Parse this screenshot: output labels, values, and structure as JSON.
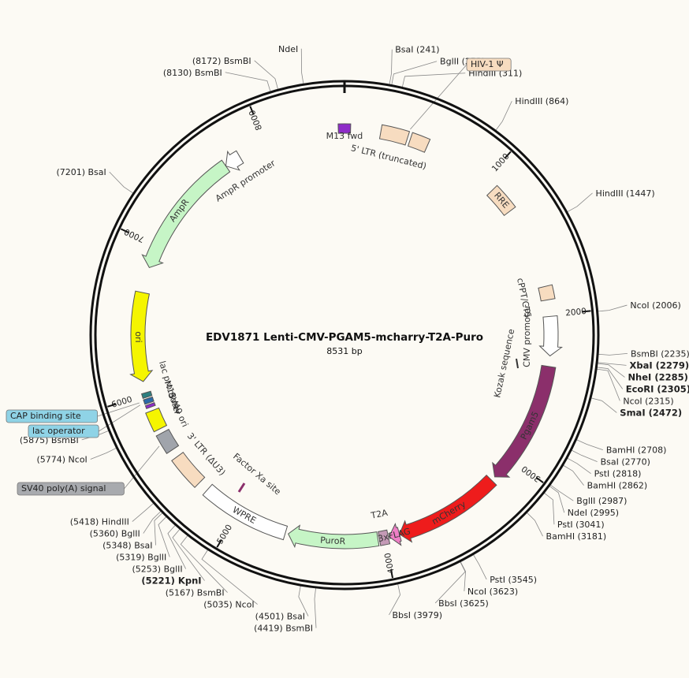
{
  "map": {
    "title": "EDV1871 Lenti-CMV-PGAM5-mcharry-T2A-Puro",
    "length_label": "8531  bp",
    "length_bp": 8531
  },
  "ticks": [
    {
      "bp": 1000,
      "label": "1000"
    },
    {
      "bp": 2000,
      "label": "2000"
    },
    {
      "bp": 3000,
      "label": "3000"
    },
    {
      "bp": 4000,
      "label": "4000"
    },
    {
      "bp": 5000,
      "label": "5000"
    },
    {
      "bp": 6000,
      "label": "6000"
    },
    {
      "bp": 7000,
      "label": "7000"
    },
    {
      "bp": 8000,
      "label": "8000"
    }
  ],
  "features": [
    {
      "name": "M13 fwd",
      "label": "M13 fwd",
      "start": 8490,
      "end": 40,
      "color": "#8e2cc8",
      "kind": "tiny"
    },
    {
      "name": "5' LTR (truncated)",
      "label": "5' LTR (truncated)",
      "start": 240,
      "end": 420,
      "color": "#f7dcc0",
      "kind": "box"
    },
    {
      "name": "5' LTR (truncated) part 2",
      "label": "",
      "start": 440,
      "end": 560,
      "color": "#f7dcc0",
      "kind": "box"
    },
    {
      "name": "RRE",
      "label": "RRE",
      "start": 1080,
      "end": 1260,
      "color": "#f7dcc0",
      "kind": "box"
    },
    {
      "name": "cPPT/CTS",
      "label": "cPPT/CTS",
      "start": 1810,
      "end": 1900,
      "color": "#f7dcc0",
      "kind": "box"
    },
    {
      "name": "CMV promoter",
      "label": "CMV promoter",
      "start": 2010,
      "end": 2270,
      "color": "#ffffff",
      "kind": "arrow"
    },
    {
      "name": "Pgam5",
      "label": "Pgam5",
      "start": 2340,
      "end": 3160,
      "color": "#8b2f6b",
      "kind": "arrow"
    },
    {
      "name": "mCherry",
      "label": "mCherry",
      "start": 3190,
      "end": 3900,
      "color": "#ee1c1c",
      "kind": "arrow"
    },
    {
      "name": "3xFLAG",
      "label": "3xFLAG",
      "start": 3900,
      "end": 3970,
      "color": "#ef7fc6",
      "kind": "arrow"
    },
    {
      "name": "T2A",
      "label": "T2A",
      "start": 3975,
      "end": 4035,
      "color": "#c49ab6",
      "kind": "box"
    },
    {
      "name": "PuroR",
      "label": "PuroR",
      "start": 4045,
      "end": 4640,
      "color": "#c6f5c6",
      "kind": "arrow"
    },
    {
      "name": "WPRE",
      "label": "WPRE",
      "start": 4660,
      "end": 5250,
      "color": "#ffffff",
      "kind": "box"
    },
    {
      "name": "3' LTR (ΔU3)",
      "label": "3' LTR (ΔU3)",
      "start": 5320,
      "end": 5545,
      "color": "#f7dcc0",
      "kind": "box"
    },
    {
      "name": "SV40 poly(A) signal",
      "label": "",
      "start": 5600,
      "end": 5730,
      "color": "#a0a4ab",
      "kind": "box"
    },
    {
      "name": "SV40 ori",
      "label": "SV40 ori",
      "start": 5760,
      "end": 5890,
      "color": "#f5f500",
      "kind": "box"
    },
    {
      "name": "M13 rev",
      "label": "M13 rev",
      "start": 5915,
      "end": 5935,
      "color": "#8e2cc8",
      "kind": "tiny"
    },
    {
      "name": "lac operator",
      "label": "",
      "start": 5945,
      "end": 5975,
      "color": "#2b6aa8",
      "kind": "tiny"
    },
    {
      "name": "lac promoter",
      "label": "lac promoter",
      "start": 5985,
      "end": 6015,
      "color": "#2e8080",
      "kind": "tiny"
    },
    {
      "name": "ori",
      "label": "ori",
      "start": 6090,
      "end": 6680,
      "color": "#f5f500",
      "kind": "arrow-rev"
    },
    {
      "name": "AmpR",
      "label": "AmpR",
      "start": 6850,
      "end": 7700,
      "color": "#c6f5c6",
      "kind": "arrow-rev"
    },
    {
      "name": "AmpR promoter",
      "label": "AmpR promoter",
      "start": 7700,
      "end": 7810,
      "color": "#ffffff",
      "kind": "arrow-rev"
    }
  ],
  "inner_features": [
    {
      "name": "Kozak sequence",
      "label": "Kozak sequence"
    },
    {
      "name": "Factor Xa site",
      "label": "Factor Xa site"
    }
  ],
  "sites": [
    {
      "name": "NdeI",
      "pos": "8311",
      "bp": 8311,
      "bold": false,
      "label": "NdeI"
    },
    {
      "name": "BsmBI",
      "pos": "8172",
      "bp": 8172,
      "bold": false,
      "label": "(8172)  BsmBI"
    },
    {
      "name": "BsmBI",
      "pos": "8130",
      "bp": 8130,
      "bold": false,
      "label": "(8130)  BsmBI"
    },
    {
      "name": "BsaI",
      "pos": "241",
      "bp": 241,
      "bold": false,
      "label": "BsaI  (241)"
    },
    {
      "name": "BglII",
      "pos": "253",
      "bp": 253,
      "bold": false,
      "label": "BglII  (253)"
    },
    {
      "name": "HindIII",
      "pos": "311",
      "bp": 311,
      "bold": false,
      "label": "HindIII  (311)"
    },
    {
      "name": "HindIII",
      "pos": "864",
      "bp": 864,
      "bold": false,
      "label": "HindIII  (864)"
    },
    {
      "name": "HindIII",
      "pos": "1447",
      "bp": 1447,
      "bold": false,
      "label": "HindIII  (1447)"
    },
    {
      "name": "NcoI",
      "pos": "2006",
      "bp": 2006,
      "bold": false,
      "label": "NcoI  (2006)"
    },
    {
      "name": "BsmBI",
      "pos": "2235",
      "bp": 2235,
      "bold": false,
      "label": "BsmBI  (2235)"
    },
    {
      "name": "XbaI",
      "pos": "2279",
      "bp": 2279,
      "bold": true,
      "label": "XbaI  (2279)"
    },
    {
      "name": "NheI",
      "pos": "2285",
      "bp": 2285,
      "bold": true,
      "label": "NheI  (2285)"
    },
    {
      "name": "EcoRI",
      "pos": "2305",
      "bp": 2305,
      "bold": true,
      "label": "EcoRI  (2305)"
    },
    {
      "name": "NcoI",
      "pos": "2315",
      "bp": 2315,
      "bold": false,
      "label": "NcoI  (2315)"
    },
    {
      "name": "SmaI",
      "pos": "2472",
      "bp": 2472,
      "bold": true,
      "label": "SmaI  (2472)"
    },
    {
      "name": "BamHI",
      "pos": "2708",
      "bp": 2708,
      "bold": false,
      "label": "BamHI  (2708)"
    },
    {
      "name": "BsaI",
      "pos": "2770",
      "bp": 2770,
      "bold": false,
      "label": "BsaI  (2770)"
    },
    {
      "name": "PstI",
      "pos": "2818",
      "bp": 2818,
      "bold": false,
      "label": "PstI  (2818)"
    },
    {
      "name": "BamHI",
      "pos": "2862",
      "bp": 2862,
      "bold": false,
      "label": "BamHI  (2862)"
    },
    {
      "name": "BglII",
      "pos": "2987",
      "bp": 2987,
      "bold": false,
      "label": "BglII  (2987)"
    },
    {
      "name": "NdeI",
      "pos": "2995",
      "bp": 2995,
      "bold": false,
      "label": "NdeI  (2995)"
    },
    {
      "name": "PstI",
      "pos": "3041",
      "bp": 3041,
      "bold": false,
      "label": "PstI  (3041)"
    },
    {
      "name": "BamHI",
      "pos": "3181",
      "bp": 3181,
      "bold": false,
      "label": "BamHI  (3181)"
    },
    {
      "name": "PstI",
      "pos": "3545",
      "bp": 3545,
      "bold": false,
      "label": "PstI  (3545)"
    },
    {
      "name": "NcoI",
      "pos": "3623",
      "bp": 3623,
      "bold": false,
      "label": "NcoI  (3623)"
    },
    {
      "name": "BbsI",
      "pos": "3625",
      "bp": 3625,
      "bold": false,
      "label": "BbsI  (3625)"
    },
    {
      "name": "BbsI",
      "pos": "3979",
      "bp": 3979,
      "bold": false,
      "label": "BbsI  (3979)"
    },
    {
      "name": "BsaI",
      "pos": "4501",
      "bp": 4501,
      "bold": false,
      "label": "(4501)  BsaI"
    },
    {
      "name": "BsmBI",
      "pos": "4419",
      "bp": 4419,
      "bold": false,
      "label": "(4419)  BsmBI"
    },
    {
      "name": "NcoI",
      "pos": "5035",
      "bp": 5035,
      "bold": false,
      "label": "(5035)  NcoI"
    },
    {
      "name": "BsmBI",
      "pos": "5167",
      "bp": 5167,
      "bold": false,
      "label": "(5167)  BsmBI"
    },
    {
      "name": "KpnI",
      "pos": "5221",
      "bp": 5221,
      "bold": true,
      "label": "(5221)  KpnI"
    },
    {
      "name": "BglII",
      "pos": "5253",
      "bp": 5253,
      "bold": false,
      "label": "(5253)  BglII"
    },
    {
      "name": "BglII",
      "pos": "5319",
      "bp": 5319,
      "bold": false,
      "label": "(5319)  BglII"
    },
    {
      "name": "BsaI",
      "pos": "5348",
      "bp": 5348,
      "bold": false,
      "label": "(5348)  BsaI"
    },
    {
      "name": "BglII",
      "pos": "5360",
      "bp": 5360,
      "bold": false,
      "label": "(5360)  BglII"
    },
    {
      "name": "HindIII",
      "pos": "5418",
      "bp": 5418,
      "bold": false,
      "label": "(5418)  HindIII"
    },
    {
      "name": "NcoI",
      "pos": "5774",
      "bp": 5774,
      "bold": false,
      "label": "(5774)  NcoI"
    },
    {
      "name": "BsmBI",
      "pos": "5875",
      "bp": 5875,
      "bold": false,
      "label": "(5875)  BsmBI"
    },
    {
      "name": "BsaI",
      "pos": "7201",
      "bp": 7201,
      "bold": false,
      "label": "(7201)  BsaI"
    }
  ],
  "callouts": [
    {
      "name": "HIV-1 Ψ",
      "label": "HIV-1 Ψ",
      "bg": "#f7dcc0",
      "bp": 420
    },
    {
      "name": "CAP binding site",
      "label": "CAP binding site",
      "bg": "#8fd3e6",
      "bp": 5965
    },
    {
      "name": "lac operator",
      "label": "lac operator",
      "bg": "#8fd3e6",
      "bp": 5950
    },
    {
      "name": "SV40 poly(A) signal",
      "label": "SV40 poly(A) signal",
      "bg": "#a8aaae",
      "bp": 5665
    }
  ]
}
